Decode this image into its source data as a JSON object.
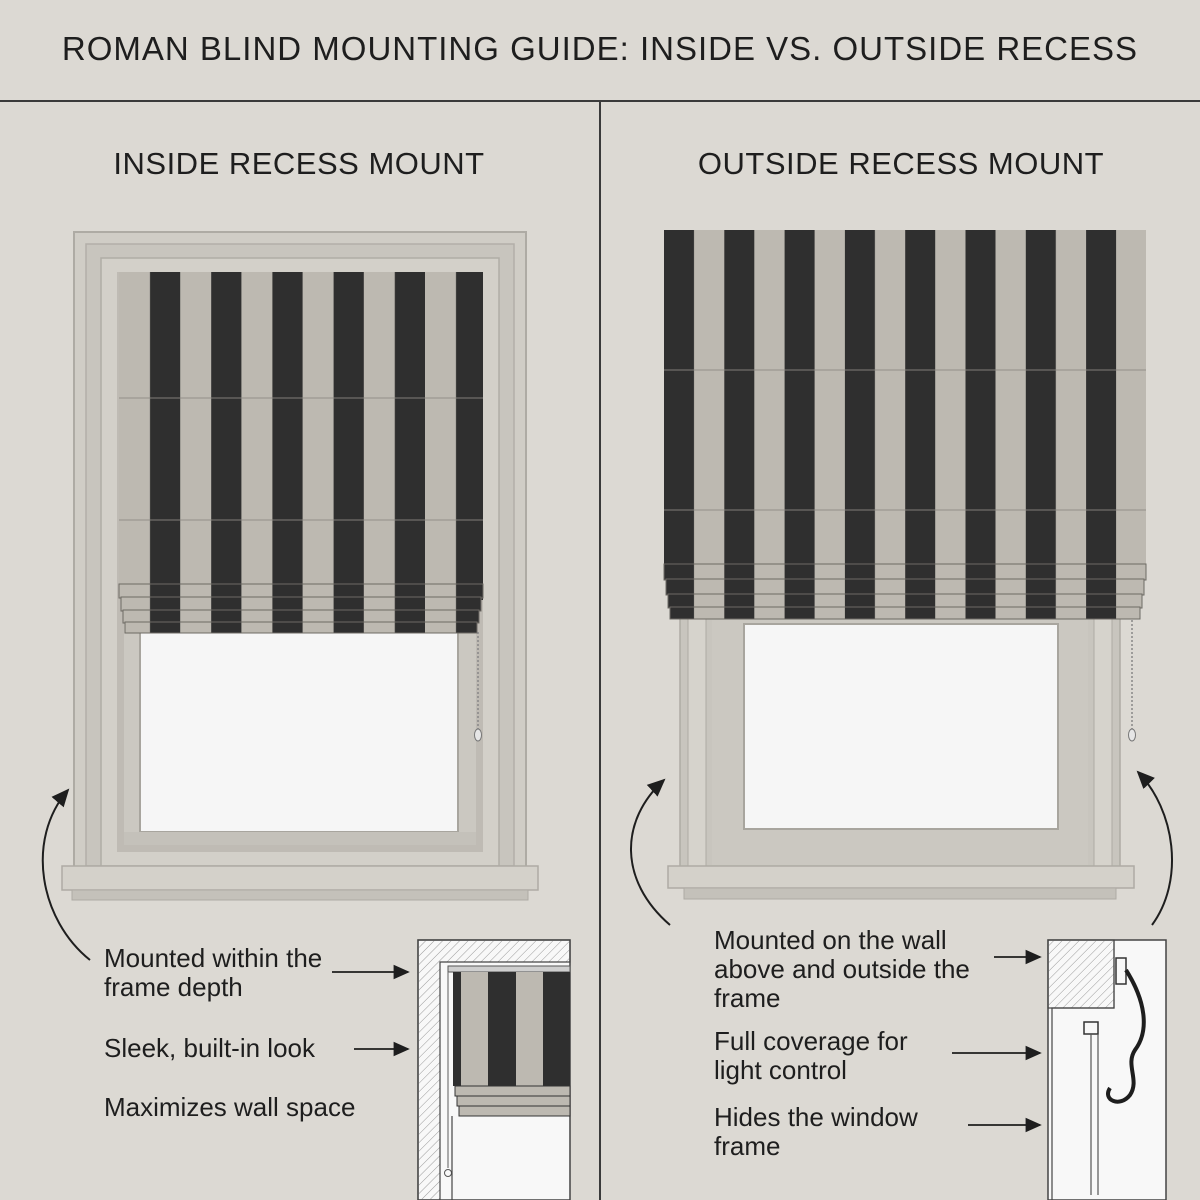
{
  "title": "ROMAN BLIND MOUNTING GUIDE: INSIDE VS. OUTSIDE RECESS",
  "inside": {
    "heading": "INSIDE RECESS MOUNT",
    "notes": [
      "Mounted within the frame depth",
      "Sleek, built-in look",
      "Maximizes wall space"
    ]
  },
  "outside": {
    "heading": "OUTSIDE RECESS MOUNT",
    "notes": [
      "Mounted on the wall above and outside the frame",
      "Full coverage for light control",
      "Hides the window frame"
    ]
  },
  "colors": {
    "wall": "#dcd9d3",
    "frame": "#ccc9c1",
    "stripe_dark": "#2f2f2f",
    "stripe_light": "#bdb9b1",
    "glass": "#f6f6f6"
  }
}
